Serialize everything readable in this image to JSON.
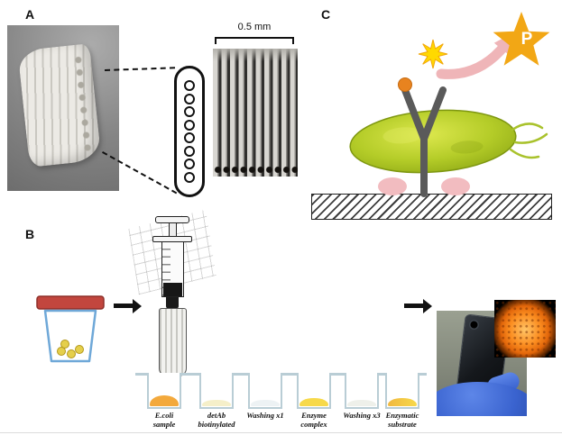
{
  "figure": {
    "panel_a": {
      "label": "A",
      "scale_label": "0.5 mm",
      "well_count": 8
    },
    "panel_b": {
      "label": "B",
      "steps": [
        {
          "label": "E.coli sample",
          "liquid_color": "#f3a93c"
        },
        {
          "label": "detAb biotinylated",
          "liquid_color": "#f5efc9"
        },
        {
          "label": "Washing x1",
          "liquid_color": "#edf2f4"
        },
        {
          "label": "Enzyme complex",
          "liquid_color": "#f7d94a"
        },
        {
          "label": "Washing x3",
          "liquid_color": "#eef0ea"
        },
        {
          "label": "Enzymatic substrate",
          "liquid_color": "#f0b840"
        }
      ]
    },
    "panel_c": {
      "label": "C",
      "product_label": "P",
      "colors": {
        "bacterium": "#b4cc28",
        "antibody": "#5a5a5a",
        "product_star": "#f2a715",
        "emission_burst": "#ffd900",
        "reaction_arrow": "#efb5b8",
        "blocker": "#f2bcc0"
      }
    }
  }
}
